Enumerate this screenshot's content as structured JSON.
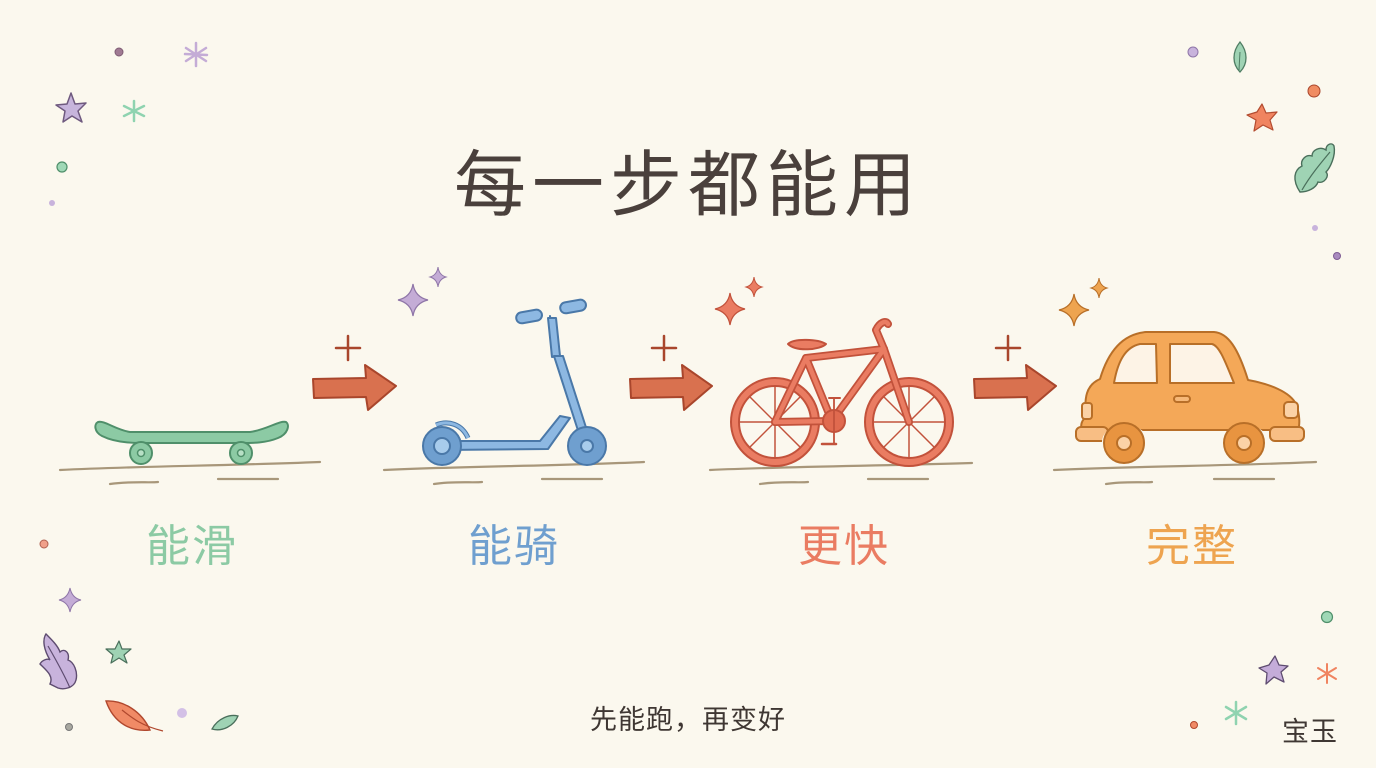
{
  "title": "每一步都能用",
  "stages": [
    {
      "label": "能滑",
      "icon": "skateboard",
      "color": "#8ccaa4",
      "stroke": "#4f8f6a"
    },
    {
      "label": "能骑",
      "icon": "scooter",
      "color": "#6f9fcf",
      "stroke": "#4a78a8"
    },
    {
      "label": "更快",
      "icon": "bicycle",
      "color": "#ea7c62",
      "stroke": "#c2523b"
    },
    {
      "label": "完整",
      "icon": "car",
      "color": "#eea450",
      "stroke": "#b86f28"
    }
  ],
  "connectors": [
    {
      "symbol": "+",
      "icon": "arrow-right"
    },
    {
      "symbol": "+",
      "icon": "arrow-right"
    },
    {
      "symbol": "+",
      "icon": "arrow-right"
    }
  ],
  "colors": {
    "background": "#fbf8ee",
    "arrow": "#d9714f",
    "arrow_stroke": "#a9462c",
    "ground": "#a8977a",
    "text": "#4a403c"
  },
  "caption": "先能跑，再变好",
  "signature": "宝玉"
}
